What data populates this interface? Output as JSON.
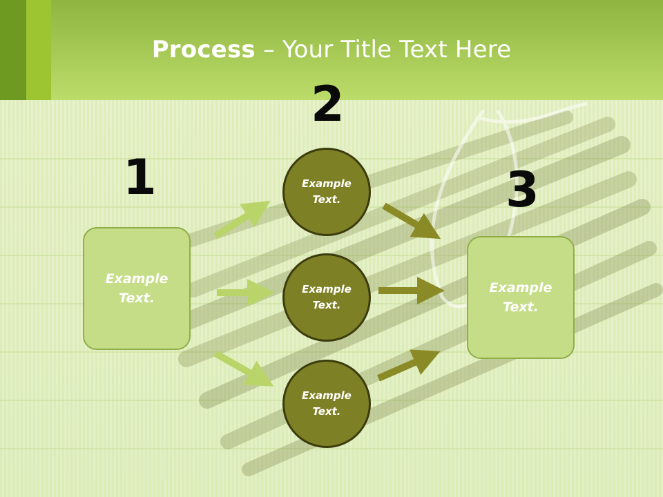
{
  "slide": {
    "title_bold": "Process",
    "title_rest": " – Your Title Text Here"
  },
  "steps": {
    "one": "1",
    "two": "2",
    "three": "3"
  },
  "left_box": {
    "label": "Example\nText."
  },
  "right_box": {
    "label": "Example\nText."
  },
  "circles": [
    {
      "label": "Example\nText."
    },
    {
      "label": "Example\nText."
    },
    {
      "label": "Example\nText."
    }
  ],
  "colors": {
    "header_green": "#a9cf55",
    "box_fill": "#c4dd86",
    "circle_fill": "#7e8025",
    "arrow_light": "#b9d56a",
    "arrow_dark": "#8a8a26"
  }
}
